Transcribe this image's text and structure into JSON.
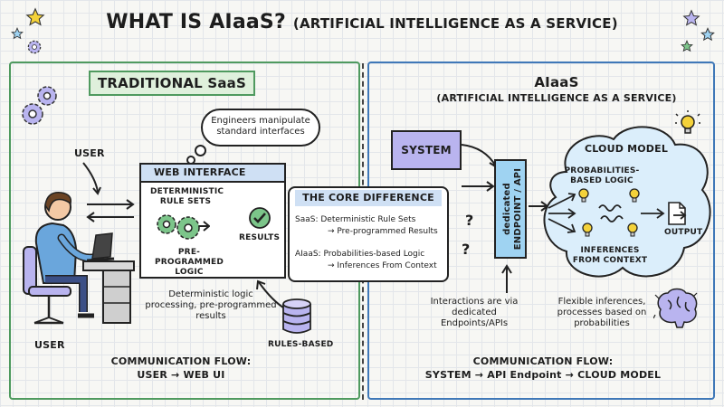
{
  "title": {
    "main": "WHAT IS AIaaS?",
    "sub": "(ARTIFICIAL INTELLIGENCE AS A SERVICE)"
  },
  "left": {
    "header": "TRADITIONAL SaaS",
    "engineers_note": "Engineers manipulate standard interfaces",
    "user_label_top": "USER",
    "user_label_bottom": "USER",
    "web_interface_title": "WEB INTERFACE",
    "deterministic_rule_sets": "DETERMINISTIC RULE SETS",
    "pre_programmed_logic": "PRE-PROGRAMMED LOGIC",
    "results": "RESULTS",
    "deterministic_note": "Deterministic logic processing, pre-programmed results",
    "rules_based": "RULES-BASED",
    "flow_title": "COMMUNICATION FLOW:",
    "flow": "USER → WEB UI"
  },
  "core": {
    "title": "THE CORE DIFFERENCE",
    "saas_line1": "SaaS: Deterministic Rule Sets",
    "saas_line2": "→ Pre-programmed Results",
    "aiaas_line1": "AIaaS: Probabilities-based Logic",
    "aiaas_line2": "→ Inferences From Context"
  },
  "right": {
    "header": "AIaaS",
    "subheader": "(ARTIFICIAL INTELLIGENCE AS A SERVICE)",
    "system": "SYSTEM",
    "endpoint": "dedicated ENDPOINT / API",
    "question_marks": [
      "?",
      "?"
    ],
    "cloud_title": "CLOUD MODEL",
    "prob_logic": "PROBABILITIES-BASED LOGIC",
    "inferences": "INFERENCES FROM CONTEXT",
    "output": "OUTPUT",
    "interactions_note": "Interactions are via dedicated Endpoints/APIs",
    "flexible_note": "Flexible inferences, processes based on probabilities",
    "flow_title": "COMMUNICATION FLOW:",
    "flow": "SYSTEM → API Endpoint → CLOUD MODEL"
  },
  "colors": {
    "saas_green": "#4f9a5f",
    "aiaas_blue": "#3f78b8",
    "system_purple": "#b9b4ef",
    "web_header_blue": "#cfe0f4",
    "cloud_blue": "#dbeefb",
    "highlight_yellow": "#f4d23a"
  },
  "icons": [
    "star-icon",
    "gear-icon",
    "user-icon",
    "laptop-icon",
    "checkmark-icon",
    "database-icon",
    "lightbulb-icon",
    "document-output-icon",
    "brain-icon",
    "thought-bubble-icon"
  ]
}
